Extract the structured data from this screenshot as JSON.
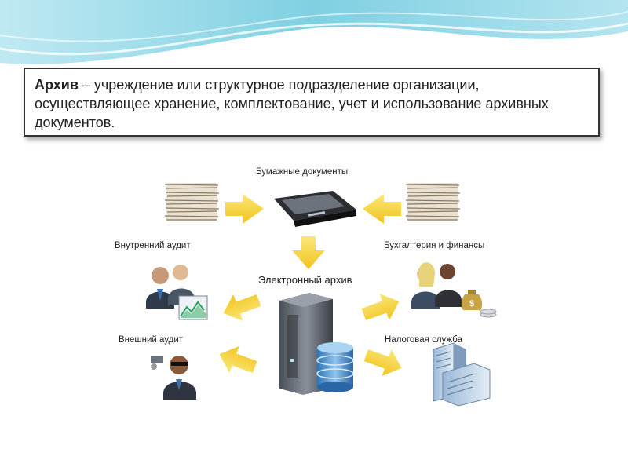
{
  "definition": {
    "term": "Архив",
    "text": " – учреждение или структурное подразделение организации, осуществляющее хранение, комплектование, учет и использование архивных документов."
  },
  "diagram": {
    "paper_documents": "Бумажные документы",
    "internal_audit": "Внутренний аудит",
    "accounting_finance": "Бухгалтерия и финансы",
    "electronic_archive": "Электронный архив",
    "external_audit": "Внешний аудит",
    "tax_service": "Налоговая служба"
  },
  "colors": {
    "arrow": "#f5d43a",
    "wave": "#8fd6e6"
  },
  "icons": [
    "document-stack-icon",
    "scanner-icon",
    "server-icon",
    "database-icon",
    "people-icon",
    "chart-icon",
    "money-bags-icon",
    "building-icon",
    "inspector-icon"
  ]
}
